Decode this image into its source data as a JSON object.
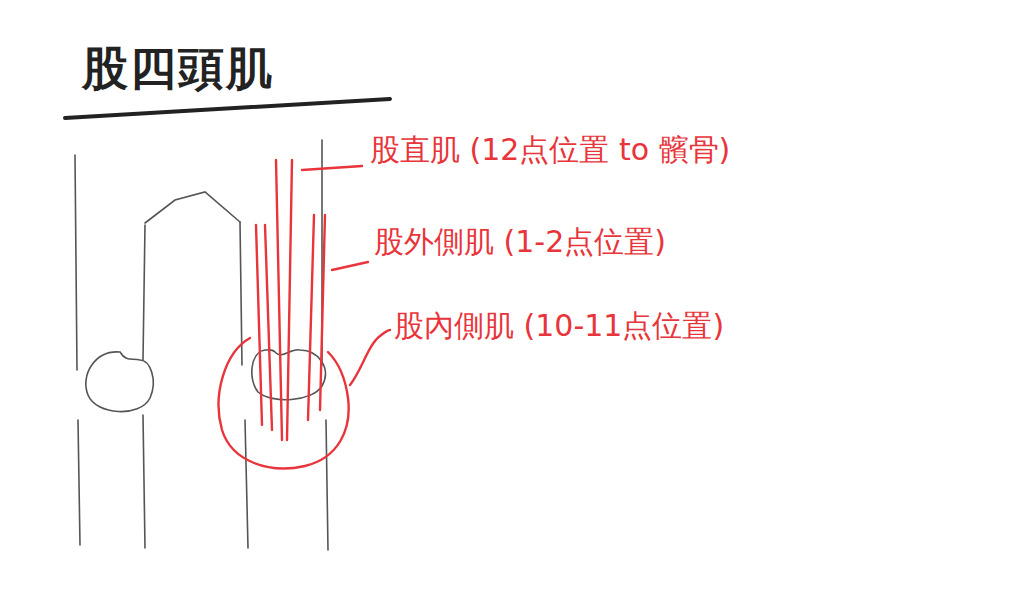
{
  "diagram": {
    "title": "股四頭肌",
    "labels": [
      "股直肌 (12点位置 to 髕骨)",
      "股外側肌 (1-2点位置)",
      "股內側肌 (10-11点位置)"
    ]
  }
}
